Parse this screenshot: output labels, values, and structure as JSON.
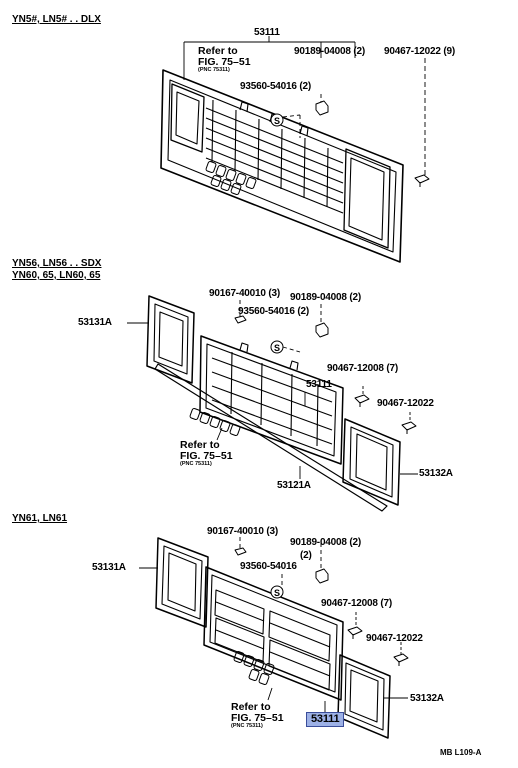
{
  "sections": [
    {
      "header": "YN5#, LN5# . . DLX"
    },
    {
      "header_line1": "YN56, LN56 . . SDX",
      "header_line2": "YN60, 65, LN60, 65"
    },
    {
      "header": "YN61, LN61"
    }
  ],
  "refer": {
    "line1": "Refer to",
    "line2": "FIG. 75–51",
    "pnc": "(PNC 75311)"
  },
  "parts": {
    "grille": "53111",
    "lamp_case_left": "53131A",
    "lamp_case_right": "53132A",
    "molding": "53121A",
    "clip_a": "90189-04008",
    "clip_a_qty": "(2)",
    "clip_b": "90467-12022",
    "clip_b_qty_dlx": "(9)",
    "clip_c": "90467-12008",
    "clip_c_qty": "(7)",
    "screw": "93560-54016",
    "screw_qty": "(2)",
    "nut": "90167-40010",
    "nut_qty": "(3)",
    "screw_mark": "S"
  },
  "highlight": {
    "part": "53111",
    "color": "#9db1e6"
  },
  "drawing_code": "MB L109-A"
}
